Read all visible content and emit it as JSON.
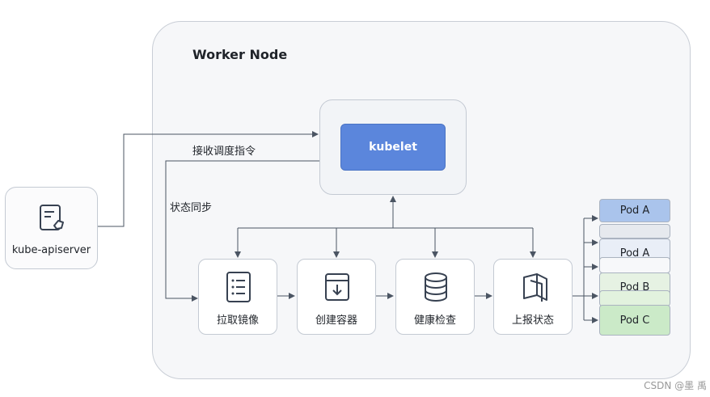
{
  "worker_node": {
    "title": "Worker Node"
  },
  "apiserver": {
    "label": "kube-apiserver",
    "icon": "document-check-icon"
  },
  "kubelet": {
    "label": "kubelet"
  },
  "edges": {
    "receive_label": "接收调度指令",
    "sync_label": "状态同步"
  },
  "steps": [
    {
      "label": "拉取镜像",
      "icon": "list-icon"
    },
    {
      "label": "创建容器",
      "icon": "box-download-icon"
    },
    {
      "label": "健康检查",
      "icon": "database-icon"
    },
    {
      "label": "上报状态",
      "icon": "report-pages-icon"
    }
  ],
  "pods": [
    {
      "label": "Pod A",
      "color": "#aac4ec"
    },
    {
      "label": "",
      "color": "#e6e9ee"
    },
    {
      "label": "Pod A",
      "color": "#e9eef7"
    },
    {
      "label": "",
      "color": "#f7f8fa"
    },
    {
      "label": "Pod B",
      "color": "#e6f2e3"
    },
    {
      "label": "",
      "color": "#e2f2de"
    },
    {
      "label": "Pod C",
      "color": "#cbeac8"
    }
  ],
  "watermark": "CSDN @墨 禹"
}
